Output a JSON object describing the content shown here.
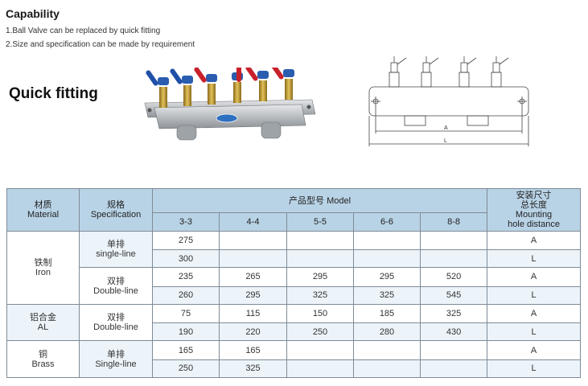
{
  "capability": {
    "title": "Capability",
    "line1": "1.Ball Valve can be replaced by quick fitting",
    "line2": "2.Size and specification can be made by requirement"
  },
  "quick_fitting_title": "Quick fitting",
  "drawing": {
    "label_a": "A",
    "label_l": "L"
  },
  "colors": {
    "header_bg": "#b9d3e6",
    "row_alt_bg": "#ecf4fa",
    "border": "#7f8b96",
    "valve_red": "#c8202a",
    "valve_blue": "#1f4fa8",
    "brass": "#c9a233"
  },
  "table": {
    "material_cn": "材质",
    "material_en": "Material",
    "spec_cn": "规格",
    "spec_en": "Specification",
    "model_label": "产品型号 Model",
    "install_cn1": "安装尺寸",
    "install_cn2": "总长度",
    "install_en1": "Mounting",
    "install_en2": "hole distance",
    "models": [
      "3-3",
      "4-4",
      "5-5",
      "6-6",
      "8-8"
    ],
    "groups": [
      {
        "material_cn": "铁制",
        "material_en": "Iron",
        "specs": [
          {
            "cn": "单排",
            "en": "single-line",
            "rows": [
              [
                "275",
                "",
                "",
                "",
                ""
              ],
              [
                "300",
                "",
                "",
                "",
                ""
              ]
            ]
          },
          {
            "cn": "双排",
            "en": "Double-line",
            "rows": [
              [
                "235",
                "265",
                "295",
                "295",
                "520"
              ],
              [
                "260",
                "295",
                "325",
                "325",
                "545"
              ]
            ]
          }
        ]
      },
      {
        "material_cn": "铝合金",
        "material_en": "AL",
        "specs": [
          {
            "cn": "双排",
            "en": "Double-line",
            "rows": [
              [
                "75",
                "115",
                "150",
                "185",
                "325"
              ],
              [
                "190",
                "220",
                "250",
                "280",
                "430"
              ]
            ]
          }
        ]
      },
      {
        "material_cn": "铜",
        "material_en": "Brass",
        "specs": [
          {
            "cn": "单排",
            "en": "Single-line",
            "rows": [
              [
                "165",
                "165",
                "",
                "",
                ""
              ],
              [
                "250",
                "325",
                "",
                "",
                ""
              ]
            ]
          }
        ]
      }
    ],
    "row_labels": [
      "A",
      "L"
    ]
  }
}
